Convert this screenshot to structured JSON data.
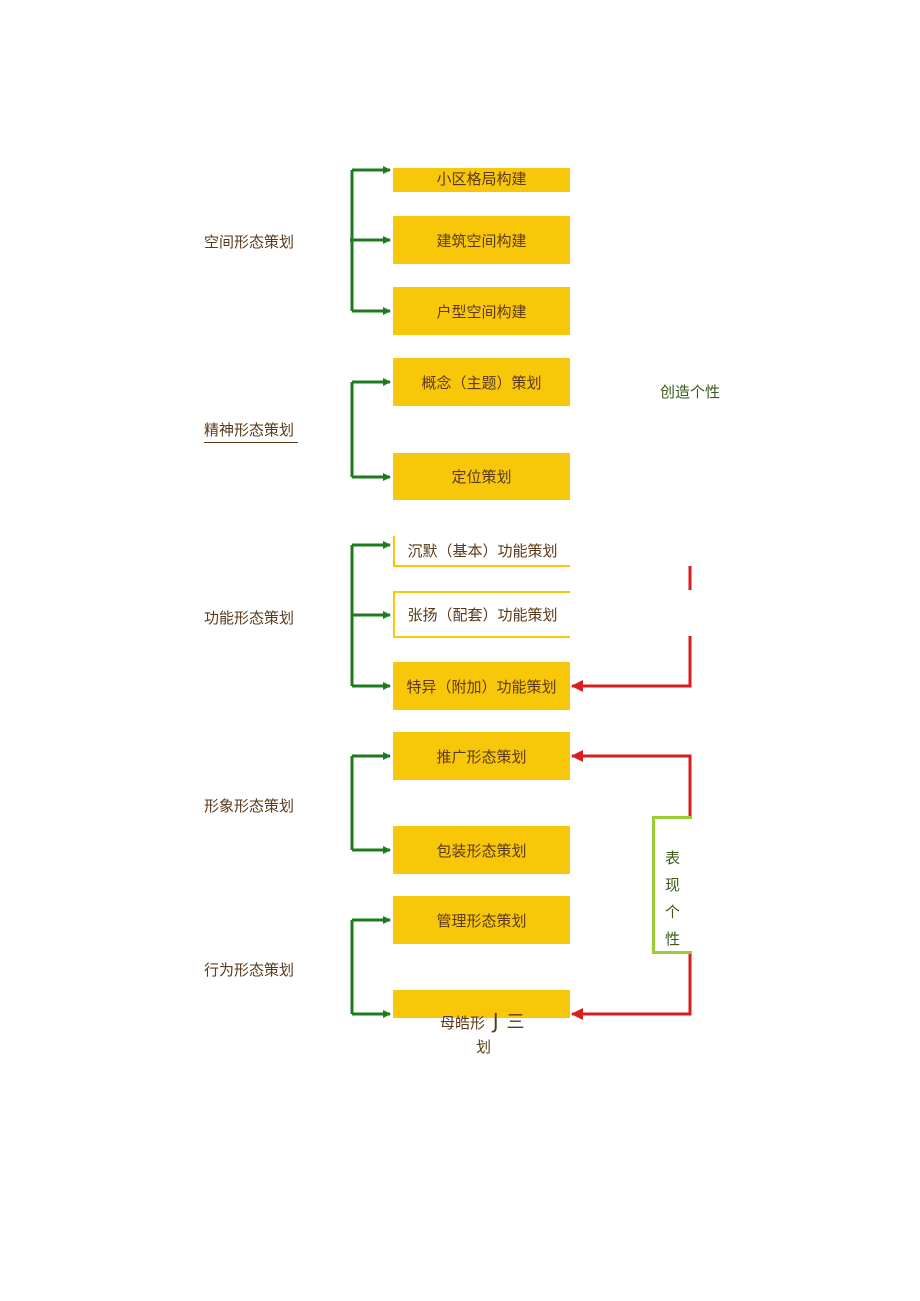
{
  "categories": [
    {
      "id": "space",
      "label": "空间形态策划",
      "items": [
        "小区格局构建",
        "建筑空间构建",
        "户型空间构建"
      ]
    },
    {
      "id": "spirit",
      "label": "精神形态策划",
      "items": [
        "概念（主题）策划",
        "定位策划"
      ]
    },
    {
      "id": "function",
      "label": "功能形态策划",
      "items": [
        "沉默（基本）功能策划",
        "张扬（配套）功能策划",
        "特异（附加）功能策划"
      ]
    },
    {
      "id": "image",
      "label": "形象形态策划",
      "items": [
        "推广形态策划",
        "包装形态策划"
      ]
    },
    {
      "id": "behavior",
      "label": "行为形态策划",
      "items": [
        "管理形态策划"
      ]
    }
  ],
  "last_item_fragment": {
    "line1": "母皓形",
    "glyph": "J",
    "tail": "三",
    "line2": "划"
  },
  "notes": {
    "create_individuality": "创造个性",
    "express_individuality": [
      "表",
      "现",
      "个",
      "性"
    ]
  },
  "colors": {
    "box_fill": "#f9c70a",
    "green_arrow": "#1e7a1e",
    "red_arrow": "#d81e1e",
    "light_green_border": "#9acd32",
    "text": "#5a3a1a"
  }
}
